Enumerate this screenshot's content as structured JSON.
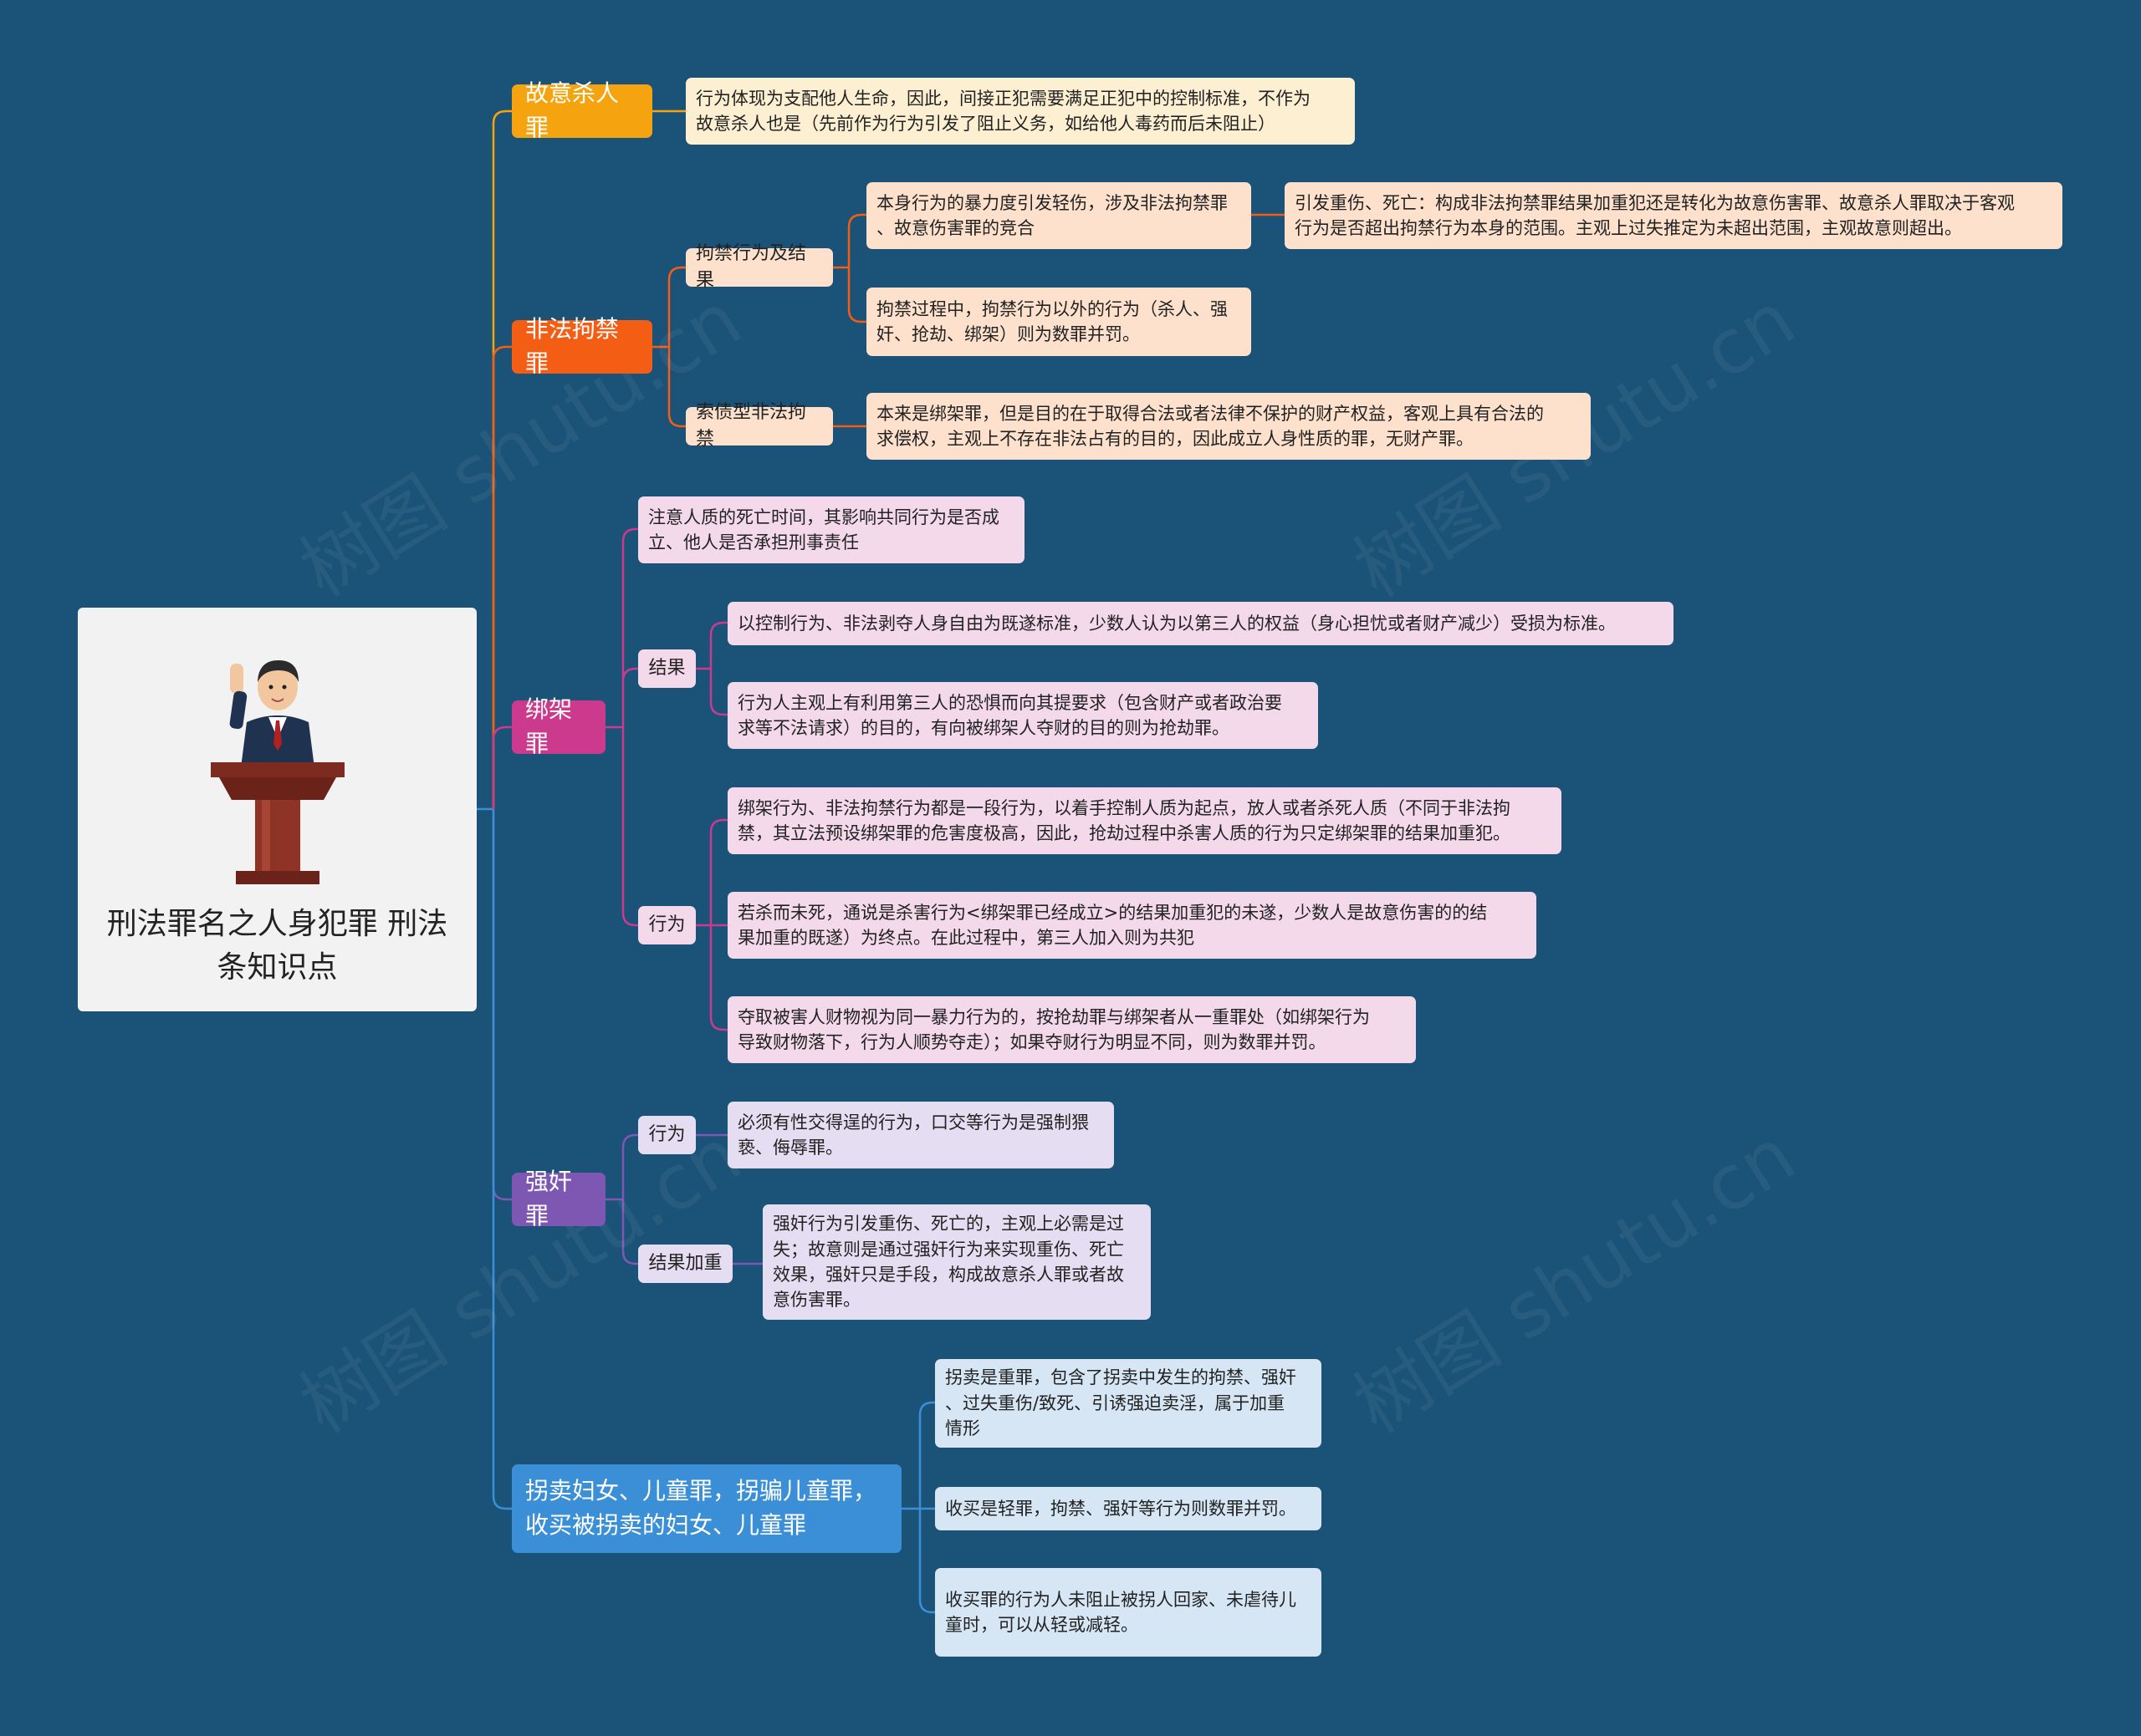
{
  "root": {
    "title": "刑法罪名之人身犯罪 刑法条知识点"
  },
  "watermark": "树图 shutu.cn",
  "colors": {
    "background": "#1b5278",
    "murder": "#f5a30f",
    "detention": "#f45d14",
    "kidnap": "#cc3a8d",
    "rape": "#7e57b2",
    "trafficking": "#3b8fd6"
  },
  "branches": {
    "murder": {
      "label": "故意杀人罪",
      "note": "行为体现为支配他人生命，因此，间接正犯需要满足正犯中的控制标准，不作为\n故意杀人也是（先前作为行为引发了阻止义务，如给他人毒药而后未阻止）"
    },
    "detention": {
      "label": "非法拘禁罪",
      "act_result": {
        "label": "拘禁行为及结果",
        "minor_injury": "本身行为的暴力度引发轻伤，涉及非法拘禁罪\n、故意伤害罪的竞合",
        "serious": "引发重伤、死亡：构成非法拘禁罪结果加重犯还是转化为故意伤害罪、故意杀人罪取决于客观\n行为是否超出拘禁行为本身的范围。主观上过失推定为未超出范围，主观故意则超出。",
        "other_acts": "拘禁过程中，拘禁行为以外的行为（杀人、强\n奸、抢劫、绑架）则为数罪并罚。"
      },
      "debt": {
        "label": "索债型非法拘禁",
        "note": "本来是绑架罪，但是目的在于取得合法或者法律不保护的财产权益，客观上具有合法的\n求偿权，主观上不存在非法占有的目的，因此成立人身性质的罪，无财产罪。"
      }
    },
    "kidnap": {
      "label": "绑架罪",
      "note": "注意人质的死亡时间，其影响共同行为是否成\n立、他人是否承担刑事责任",
      "result": {
        "label": "结果",
        "completion": "以控制行为、非法剥夺人身自由为既遂标准，少数人认为以第三人的权益（身心担忧或者财产减少）受损为标准。",
        "robbery": "行为人主观上有利用第三人的恐惧而向其提要求（包含财产或者政治要\n求等不法请求）的目的，有向被绑架人夺财的目的则为抢劫罪。"
      },
      "act": {
        "label": "行为",
        "continuous": "绑架行为、非法拘禁行为都是一段行为，以着手控制人质为起点，放人或者杀死人质（不同于非法拘\n禁，其立法预设绑架罪的危害度极高，因此，抢劫过程中杀害人质的行为只定绑架罪的结果加重犯。",
        "attempt": "若杀而未死，通说是杀害行为<绑架罪已经成立>的结果加重犯的未遂，少数人是故意伤害的的结\n果加重的既遂）为终点。在此过程中，第三人加入则为共犯",
        "seize": "夺取被害人财物视为同一暴力行为的，按抢劫罪与绑架者从一重罪处（如绑架行为\n导致财物落下，行为人顺势夺走）；如果夺财行为明显不同，则为数罪并罚。"
      }
    },
    "rape": {
      "label": "强奸罪",
      "act": {
        "label": "行为",
        "note": "必须有性交得逞的行为，口交等行为是强制猥\n亵、侮辱罪。"
      },
      "aggravated": {
        "label": "结果加重",
        "note": "强奸行为引发重伤、死亡的，主观上必需是过\n失；故意则是通过强奸行为来实现重伤、死亡\n效果，强奸只是手段，构成故意杀人罪或者故\n意伤害罪。"
      }
    },
    "trafficking": {
      "label": "拐卖妇女、儿童罪，拐骗儿童罪，\n收买被拐卖的妇女、儿童罪",
      "serious": "拐卖是重罪，包含了拐卖中发生的拘禁、强奸\n、过失重伤/致死、引诱强迫卖淫，属于加重\n情形",
      "minor": "收买是轻罪，拘禁、强奸等行为则数罪并罚。",
      "mitigate": "收买罪的行为人未阻止被拐人回家、未虐待儿\n童时，可以从轻或减轻。"
    }
  }
}
